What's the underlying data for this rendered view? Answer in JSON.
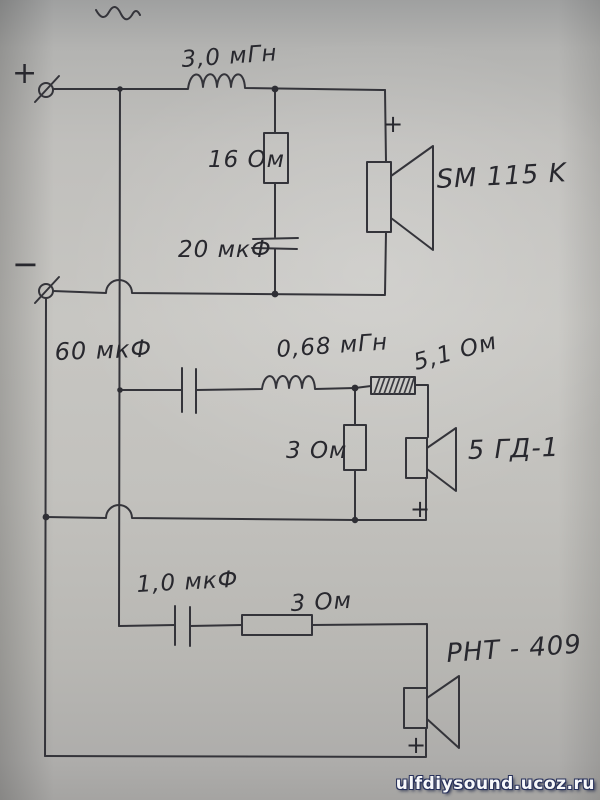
{
  "page": {
    "watermark": "ulfdiysound.ucoz.ru"
  },
  "terminals": {
    "plus": "+",
    "minus": "−"
  },
  "top": {
    "inductor": "3,0 мГн",
    "resistor": "16 Ом",
    "capacitor": "20 мкФ",
    "speaker": "SM 115 K",
    "polarity": "+"
  },
  "mid": {
    "capacitor": "60 мкФ",
    "inductor": "0,68 мГн",
    "series_resistor": "5,1 Ом",
    "shunt_resistor": "3 Ом",
    "speaker": "5 ГД-1",
    "polarity": "+"
  },
  "bottom": {
    "capacitor": "1,0 мкФ",
    "resistor": "3 Ом",
    "speaker": "РНТ - 409",
    "polarity": "+"
  }
}
